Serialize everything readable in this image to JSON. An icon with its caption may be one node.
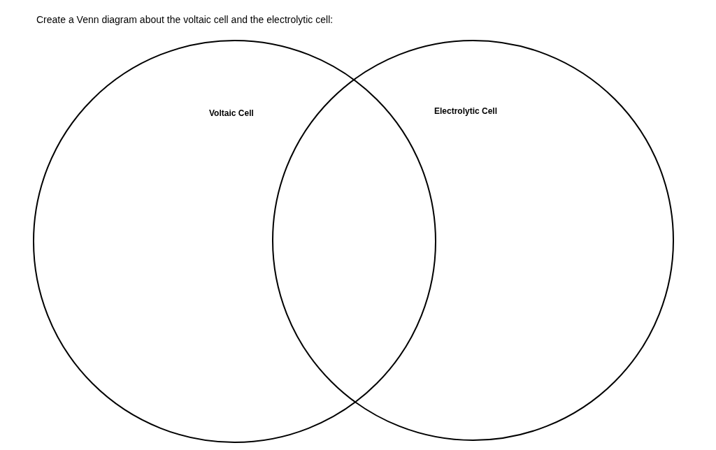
{
  "diagram": {
    "title": "Create a Venn diagram about the voltaic cell and the electrolytic cell:",
    "nodes": [
      {
        "text": [
          "Voltaic Cell"
        ]
      },
      {
        "text": [
          "Electrolytic Cell"
        ]
      }
    ]
  }
}
